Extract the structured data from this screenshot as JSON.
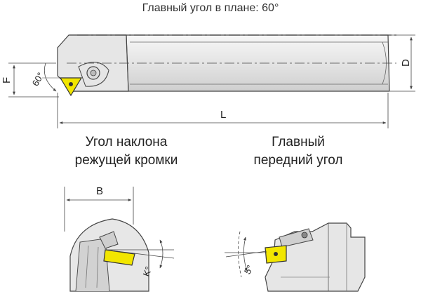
{
  "header": {
    "title": "Главный угол в плане: 60°"
  },
  "captions": {
    "inclination_line1": "Угол наклона",
    "inclination_line2": "режущей кромки",
    "rake_line1": "Главный",
    "rake_line2": "передний угол"
  },
  "dimensions": {
    "F": "F",
    "D": "D",
    "L": "L",
    "B": "B",
    "approach_angle": "60°",
    "inclination_angle": "K°",
    "rake_angle": "5°"
  },
  "colors": {
    "line": "#444444",
    "holder_light": "#e9e9e9",
    "holder_mid": "#cfcfcf",
    "insert": "#f2e600"
  }
}
